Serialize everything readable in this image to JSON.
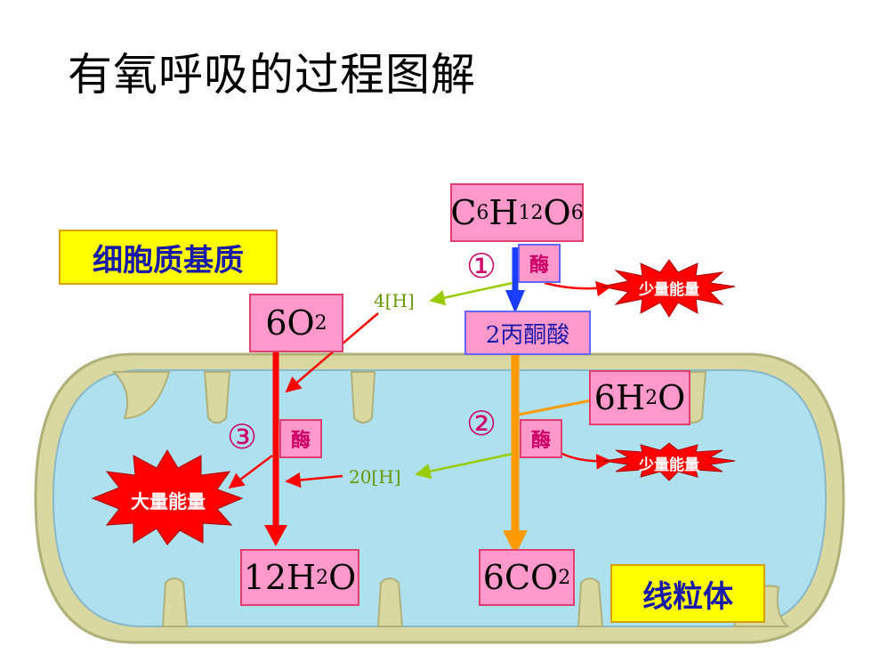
{
  "title": "有氧呼吸的过程图解",
  "labels": {
    "cytoplasm": "细胞质基质",
    "mitochondria": "线粒体"
  },
  "molecules": {
    "glucose": {
      "base": [
        "C",
        "H",
        "O"
      ],
      "subs": [
        "6",
        "12",
        "6"
      ]
    },
    "oxygen": {
      "base": "6O",
      "sub": "2"
    },
    "pyruvate": "2丙酮酸",
    "water_in": {
      "pre": "6H",
      "sub": "2",
      "post": "O"
    },
    "water_out": {
      "pre": "12H",
      "sub": "2",
      "post": "O"
    },
    "co2": {
      "pre": "6CO",
      "sub": "2"
    }
  },
  "stages": [
    "①",
    "②",
    "③"
  ],
  "enzyme_label": "酶",
  "hydrogen": {
    "stage1": "4[H]",
    "stage2": "20[H]"
  },
  "energy": {
    "small": "少量能量",
    "large": "大量能量"
  },
  "colors": {
    "mito_fill": "#aee0ee",
    "mito_outer": "#d8d8a0",
    "glycolysis_arrow": "#1a3cff",
    "krebs_arrow": "#ff9900",
    "etc_arrow": "#ff0000",
    "hydrogen_arrow": "#99cc00",
    "burst": "#ff0000"
  }
}
